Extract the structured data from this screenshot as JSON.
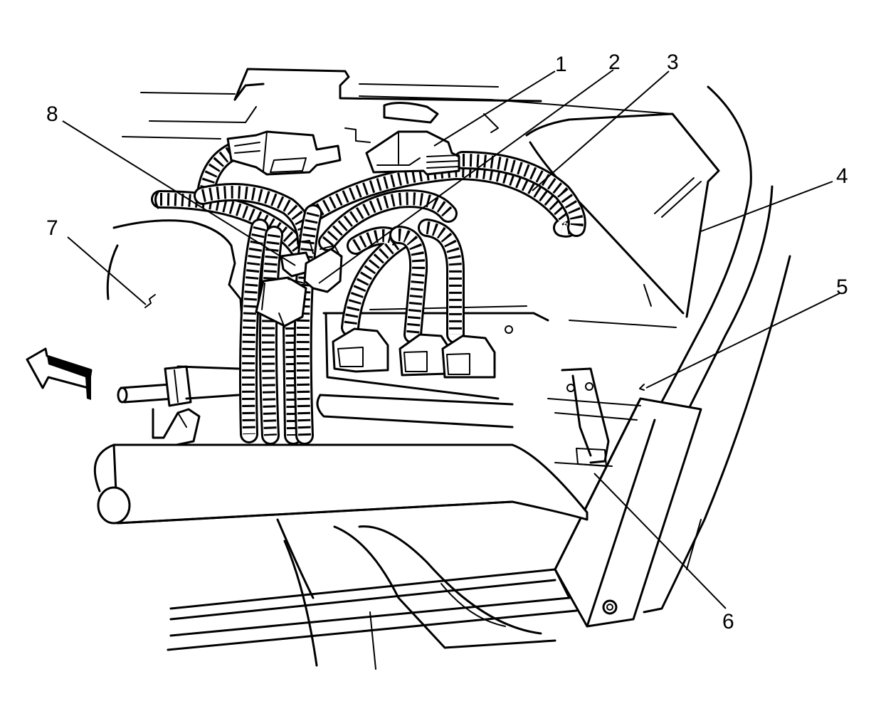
{
  "diagram": {
    "callouts": [
      {
        "id": "1",
        "label": "1"
      },
      {
        "id": "2",
        "label": "2"
      },
      {
        "id": "3",
        "label": "3"
      },
      {
        "id": "4",
        "label": "4"
      },
      {
        "id": "5",
        "label": "5"
      },
      {
        "id": "6",
        "label": "6"
      },
      {
        "id": "7",
        "label": "7"
      },
      {
        "id": "8",
        "label": "8"
      }
    ],
    "icons": {
      "direction_arrow": "forward-arrow-icon"
    },
    "colors": {
      "line": "#000000",
      "background": "#ffffff"
    }
  }
}
